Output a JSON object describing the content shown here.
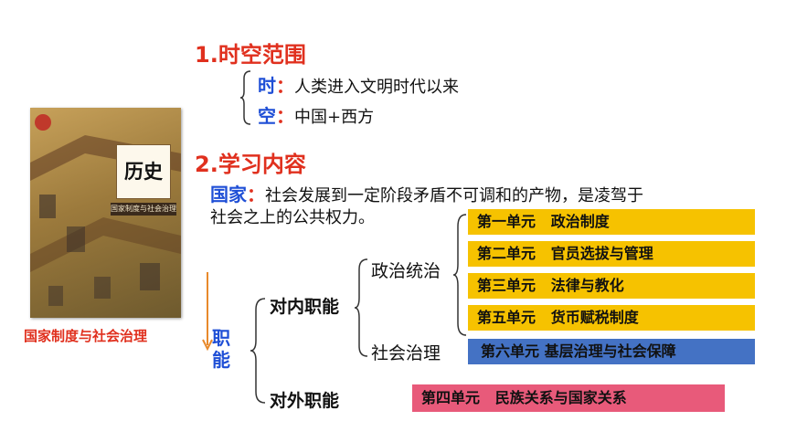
{
  "section1": {
    "heading": "1.时空范围",
    "time_key": "时",
    "time_colon": "：",
    "time_text": "人类进入文明时代以来",
    "space_key": "空",
    "space_colon": "：",
    "space_text": "中国+西方"
  },
  "section2": {
    "heading": "2.学习内容",
    "state_key": "国家",
    "state_colon": "：",
    "state_line1": "社会发展到一定阶段矛盾不可调和的产物，是凌驾于",
    "state_line2": "社会之上的公共权力。"
  },
  "book": {
    "title": "历史",
    "subtitle": "国家制度与社会治理",
    "caption": "国家制度与社会治理"
  },
  "tree": {
    "root_label": "职能",
    "internal": "对内职能",
    "external": "对外职能",
    "political": "政治统治",
    "social": "社会治理"
  },
  "units": {
    "political_units": [
      "第一单元   政治制度",
      "第二单元   官员选拔与管理",
      "第三单元   法律与教化",
      "第五单元   货币赋税制度"
    ],
    "social_unit": "第六单元 基层治理与社会保障",
    "external_unit": "第四单元   民族关系与国家关系"
  },
  "colors": {
    "heading": "#e0301e",
    "keyword": "#1f4fd6",
    "yellow_box": "#f6c200",
    "blue_box": "#4472c4",
    "pink_box": "#e85a7a",
    "arrow": "#e8892b"
  }
}
